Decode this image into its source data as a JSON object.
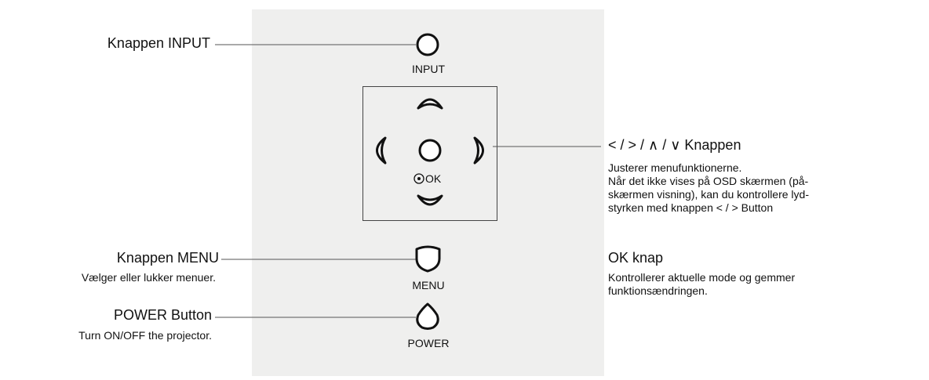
{
  "button_labels": {
    "input": "INPUT",
    "ok": "OK",
    "menu": "MENU",
    "power": "POWER"
  },
  "callouts": {
    "input": {
      "title": "Knappen INPUT"
    },
    "menu": {
      "title": "Knappen MENU",
      "desc": "Vælger eller lukker menuer."
    },
    "power": {
      "title": "POWER Button",
      "desc": "Turn ON/OFF the projector."
    },
    "arrows": {
      "title": "< / > / ∧ / ∨ Knappen",
      "desc": [
        "Justerer menufunktionerne.",
        "Når det ikke vises på OSD skærmen (på-",
        "skærmen visning), kan du kontrollere lyd-",
        "styrken med knappen < / > Button"
      ]
    },
    "ok": {
      "title": "OK knap",
      "desc": [
        "Kontrollerer aktuelle mode og gemmer",
        "funktionsændringen."
      ]
    }
  },
  "colors": {
    "panel": "#efefee",
    "ink": "#111111",
    "line": "#555555"
  }
}
